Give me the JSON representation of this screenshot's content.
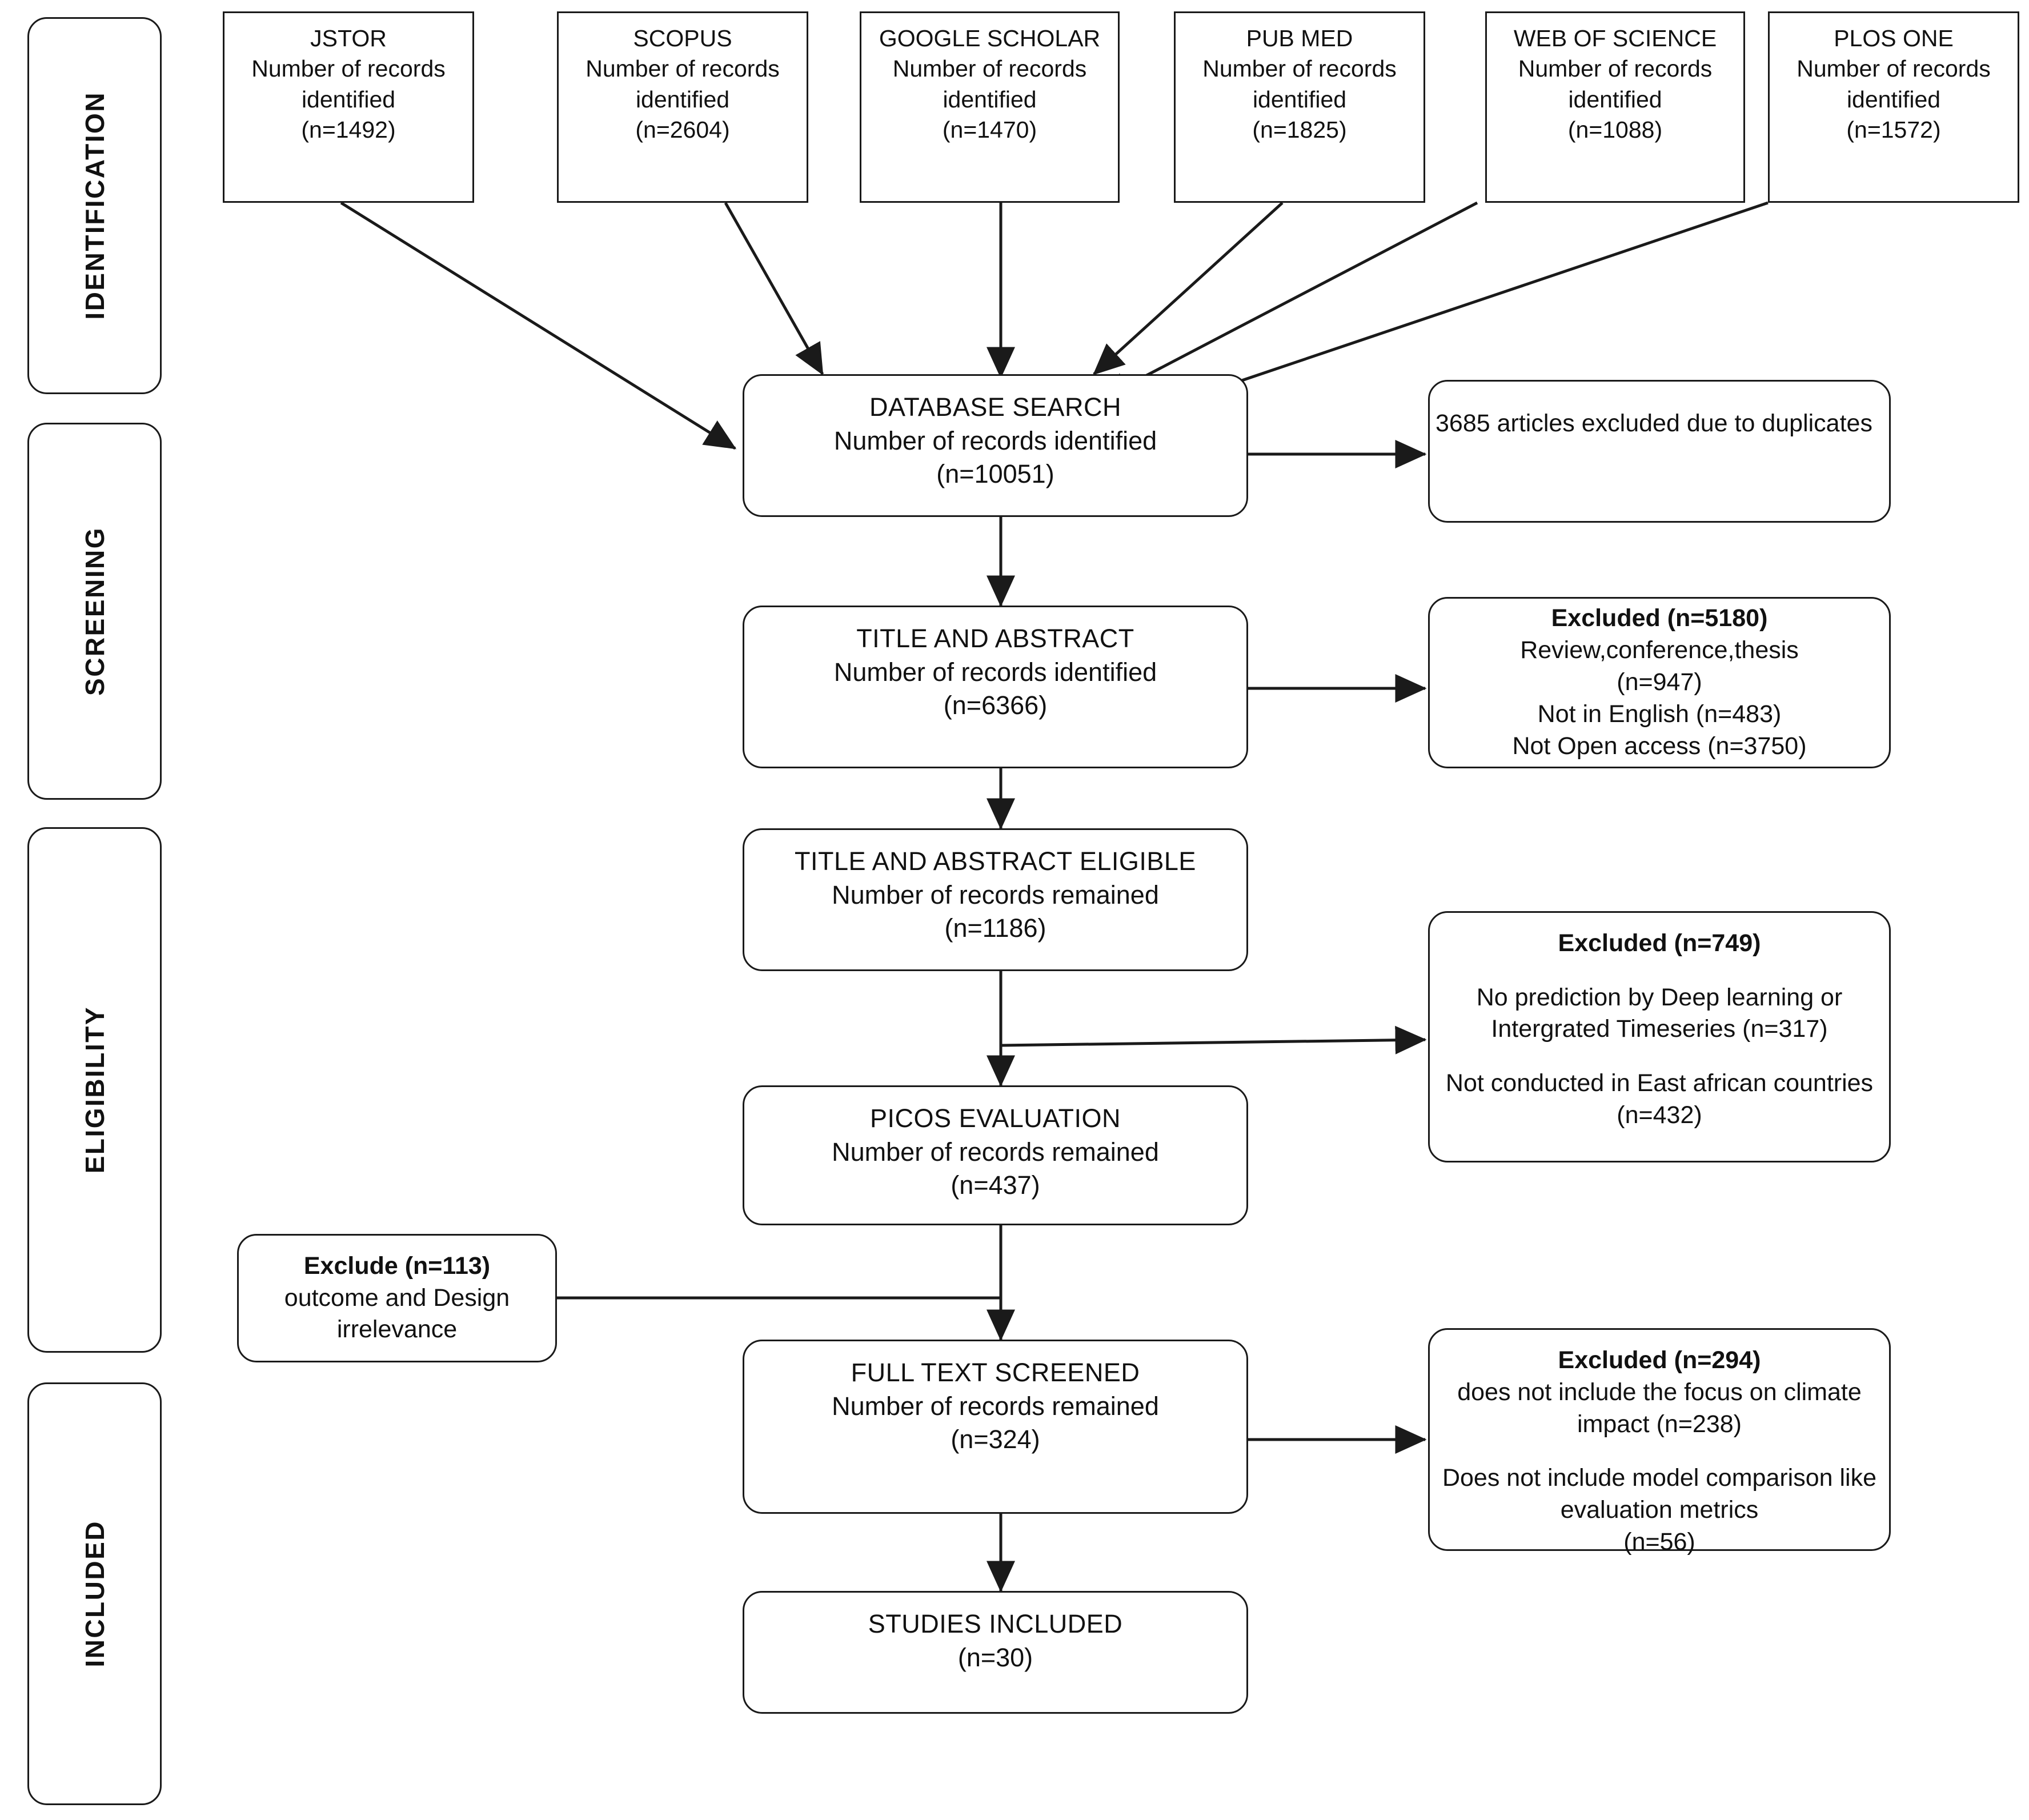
{
  "diagram": {
    "kind": "PRISMA flow diagram",
    "stage_labels": [
      {
        "id": "identification",
        "text": "IDENTIFICATION"
      },
      {
        "id": "screening",
        "text": "SCREENING"
      },
      {
        "id": "eligibility",
        "text": "ELIGIBILITY"
      },
      {
        "id": "included",
        "text": "INCLUDED"
      }
    ],
    "sources": [
      {
        "id": "jstor",
        "name": "JSTOR",
        "line2": "Number of records",
        "line3": "identified",
        "count": "(n=1492)"
      },
      {
        "id": "scopus",
        "name": "SCOPUS",
        "line2": "Number of records",
        "line3": "identified",
        "count": "(n=2604)"
      },
      {
        "id": "google-scholar",
        "name": "GOOGLE SCHOLAR",
        "line2": "Number of records",
        "line3": "identified",
        "count": "(n=1470)"
      },
      {
        "id": "pub-med",
        "name": "PUB MED",
        "line2": "Number of records",
        "line3": "identified",
        "count": "(n=1825)"
      },
      {
        "id": "web-of-science",
        "name": "WEB OF SCIENCE",
        "line2": "Number of records",
        "line3": "identified",
        "count": "(n=1088)"
      },
      {
        "id": "plos-one",
        "name": "PLOS ONE",
        "line2": "Number of records",
        "line3": "identified",
        "count": "(n=1572)"
      }
    ],
    "main_steps": [
      {
        "id": "database-search",
        "title": "DATABASE  SEARCH",
        "subtitle": "Number of records identified",
        "count": "(n=10051)"
      },
      {
        "id": "title-abstract",
        "title": "TITLE AND ABSTRACT",
        "subtitle": "Number of records identified",
        "count": "(n=6366)"
      },
      {
        "id": "title-abstract-eligible",
        "title": "TITLE AND ABSTRACT ELIGIBLE",
        "subtitle": "Number of records remained",
        "count": "(n=1186)"
      },
      {
        "id": "picos-evaluation",
        "title": "PICOS EVALUATION",
        "subtitle": "Number of records remained",
        "count": "(n=437)"
      },
      {
        "id": "full-text-screened",
        "title": "FULL TEXT SCREENED",
        "subtitle": "Number of records remained",
        "count": "(n=324)"
      },
      {
        "id": "studies-included",
        "title": "STUDIES INCLUDED",
        "subtitle": "",
        "count": "(n=30)"
      }
    ],
    "exclusions": {
      "duplicates": {
        "id": "duplicates-excluded",
        "line1": "3685 articles excluded due to duplicates"
      },
      "screening": {
        "id": "screening-excluded",
        "line1": "Excluded (n=5180)",
        "line2": "Review,conference,thesis",
        "line3": "(n=947)",
        "line4": "Not in English (n=483)",
        "line5": "Not Open access (n=3750)"
      },
      "eligibility": {
        "id": "eligibility-excluded",
        "line1": "Excluded (n=749)",
        "line2": "No prediction by Deep learning or",
        "line3": "Intergrated Timeseries  (n=317)",
        "line4": "Not conducted in East african countries",
        "line5": "(n=432)"
      },
      "fulltext": {
        "id": "fulltext-excluded",
        "line1": "Excluded (n=294)",
        "line2": "does not include the focus on climate",
        "line3": "impact (n=238)",
        "line4": "Does not include model comparison  like",
        "line5": "evaluation metrics",
        "line6": "(n=56)"
      },
      "picos_left": {
        "id": "picos-excluded",
        "line1": "Exclude (n=113)",
        "line2": "outcome and Design",
        "line3": "irrelevance"
      }
    },
    "colors": {
      "stroke": "#1a1a1a",
      "fill": "#ffffff",
      "text": "#111111"
    }
  }
}
